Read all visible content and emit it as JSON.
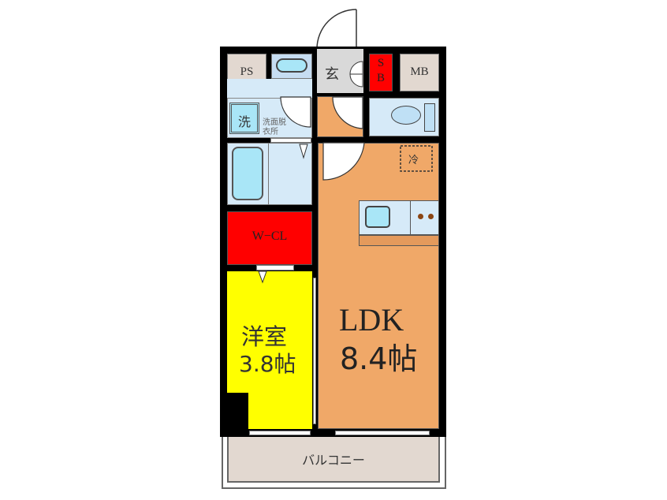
{
  "floor_plan": {
    "rooms": {
      "ps": {
        "label": "PS"
      },
      "entrance": {
        "label": "玄"
      },
      "shoe_box": {
        "label_line1": "S",
        "label_line2": "B"
      },
      "mb": {
        "label": "MB"
      },
      "washer": {
        "label": "洗"
      },
      "washroom": {
        "label_line1": "洗面脱",
        "label_line2": "衣所"
      },
      "walk_in_closet": {
        "label": "W−CL"
      },
      "western_room": {
        "label_line1": "洋室",
        "label_line2": "3.8帖"
      },
      "ldk": {
        "label_line1": "LDK",
        "label_line2": "8.4帖"
      },
      "refrigerator": {
        "label": "冷"
      },
      "balcony": {
        "label": "バルコニー"
      }
    },
    "colors": {
      "wall": "#000000",
      "storage_beige": "#e2d8d0",
      "wet_area_blue": "#d6eaf8",
      "fixture_cyan": "#a9e6f7",
      "entrance_gray": "#d9d9d9",
      "closet_red": "#ff0000",
      "western_yellow": "#ffff00",
      "ldk_orange": "#f0a868",
      "balcony_beige": "#e2d8d0"
    }
  }
}
